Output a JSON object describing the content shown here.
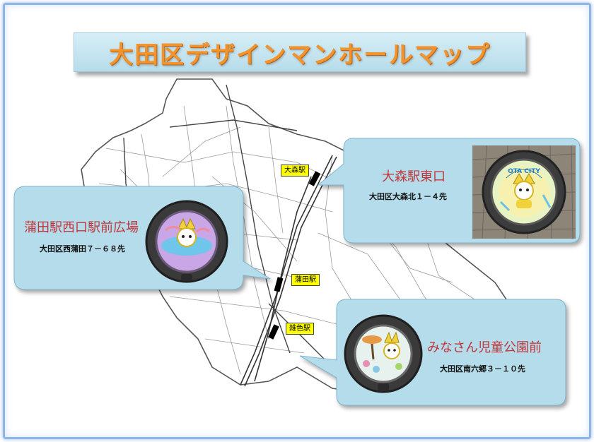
{
  "title": "大田区デザインマンホールマップ",
  "stations": {
    "omori": "大森駅",
    "kamata": "蒲田駅",
    "zoshiki": "雑色駅"
  },
  "callouts": {
    "omori_east": {
      "name": "大森駅東口",
      "address": "大田区大森北１－４先"
    },
    "kamata_west": {
      "name": "蒲田駅西口駅前広場",
      "address": "大田区西蒲田７－６８先"
    },
    "minasan_park": {
      "name": "みなさん児童公園前",
      "address": "大田区南六郷３－１０先"
    }
  },
  "manhole_lid_text": "OTA CITY",
  "colors": {
    "title_text": "#f2932c",
    "callout_fill": "#b4dcea",
    "callout_name": "#c0363a",
    "station_label": "#ffff00",
    "frame_border": "#8eb6e6"
  }
}
